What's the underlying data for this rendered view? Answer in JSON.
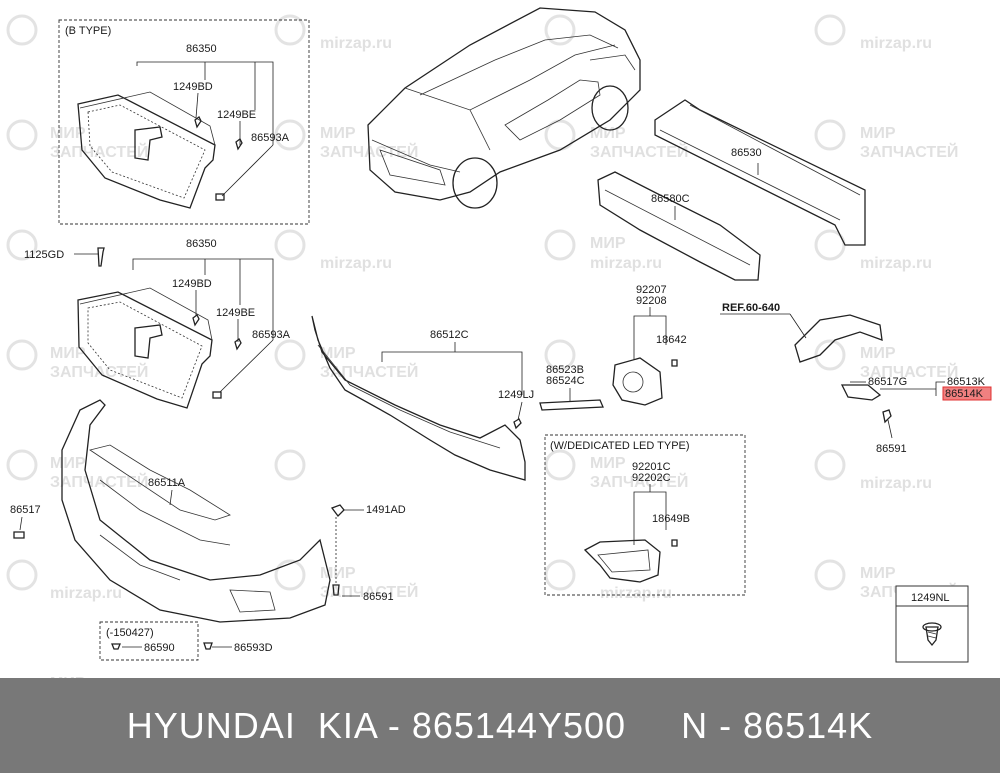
{
  "labels": {
    "b_type": "(B TYPE)",
    "p86350_top": "86350",
    "p1249bd_top": "1249BD",
    "p1249be_top": "1249BE",
    "p86593a_top": "86593A",
    "p1125gd": "1125GD",
    "p86350_mid": "86350",
    "p1249bd_mid": "1249BD",
    "p1249be_mid": "1249BE",
    "p86593a_mid": "86593A",
    "p86530": "86530",
    "p86580c": "86580C",
    "p92207": "92207",
    "p92208": "92208",
    "p18642": "18642",
    "ref": "REF.60-640",
    "p86512c": "86512C",
    "p86523b": "86523B",
    "p86524c": "86524C",
    "p1249lj": "1249LJ",
    "p86517g": "86517G",
    "p86513k": "86513K",
    "p86514k": "86514K",
    "p86591_right": "86591",
    "led_type": "(W/DEDICATED LED TYPE)",
    "p92201c": "92201C",
    "p92202c": "92202C",
    "p18649b": "18649B",
    "p86511a": "86511A",
    "p86517": "86517",
    "p1491ad": "1491AD",
    "p86591_bottom": "86591",
    "date_code": "(-150427)",
    "p86590": "86590",
    "p86593d": "86593D",
    "p1249nl": "1249NL"
  },
  "watermark": {
    "ru": "mirzap.ru",
    "mir": "МИР",
    "zapchastey": "ЗАПЧАСТЕЙ"
  },
  "footer": {
    "text": "HYUNDAI  KIA - 865144Y500     N - 86514K"
  },
  "colors": {
    "highlight_fill": "#f08080",
    "highlight_stroke": "#e03030",
    "footer_bg": "#787878",
    "watermark": "#c8c8c8"
  }
}
